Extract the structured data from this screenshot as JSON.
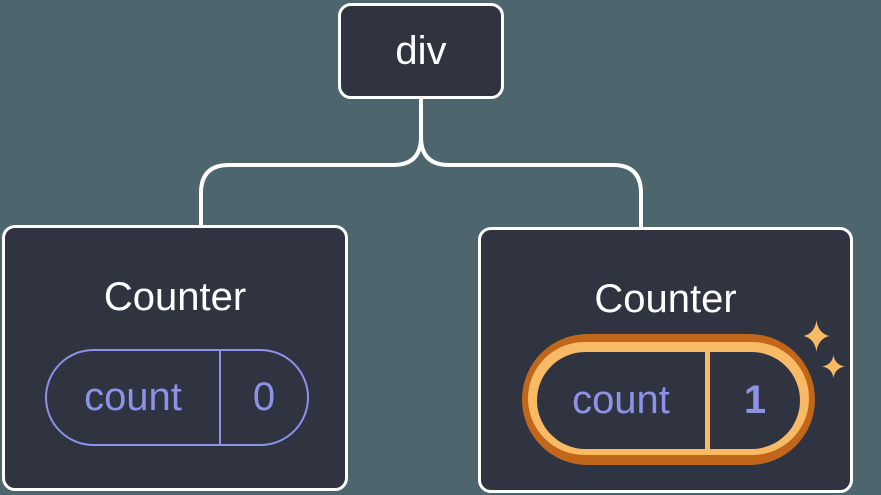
{
  "diagram": {
    "root": {
      "label": "div"
    },
    "children": [
      {
        "name": "Counter",
        "state_label": "count",
        "state_value": "0",
        "highlighted": false
      },
      {
        "name": "Counter",
        "state_label": "count",
        "state_value": "1",
        "highlighted": true
      }
    ]
  },
  "colors": {
    "background": "#4d666d",
    "node_bg": "#2f3440",
    "node_border": "#ffffff",
    "state_purple": "#8b92e8",
    "highlight_orange_dark": "#c2661a",
    "highlight_orange_light": "#f8ba65",
    "sparkle": "#f8ba62",
    "text_white": "#ffffff"
  }
}
